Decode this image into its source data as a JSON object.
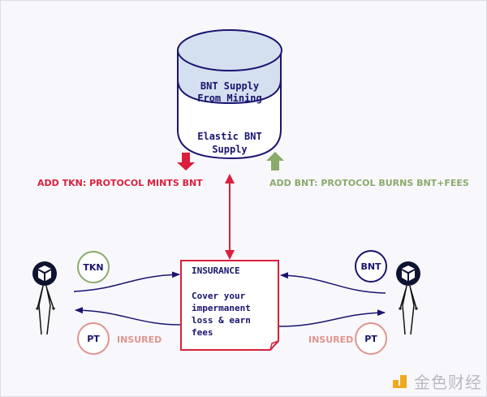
{
  "cylinder": {
    "top_label_1": "BNT Supply",
    "top_label_2": "From Mining",
    "bottom_label_1": "Elastic BNT",
    "bottom_label_2": "Supply"
  },
  "annotations": {
    "mint": "ADD TKN: PROTOCOL MINTS BNT",
    "burn": "ADD BNT: PROTOCOL BURNS BNT+FEES"
  },
  "insurance": {
    "title": "INSURANCE",
    "line1": "Cover your",
    "line2": "impermanent",
    "line3": "loss & earn",
    "line4": "fees"
  },
  "tokens": {
    "left_in": "TKN",
    "left_out": "PT",
    "right_in": "BNT",
    "right_out": "PT",
    "insured_left": "INSURED",
    "insured_right": "INSURED"
  },
  "colors": {
    "navy": "#1a1470",
    "red": "#d8203c",
    "green": "#8aaa6a",
    "pink": "#e0948c",
    "cylinder_top": "#d4e0ef"
  },
  "watermark": {
    "text": "金色财经"
  }
}
